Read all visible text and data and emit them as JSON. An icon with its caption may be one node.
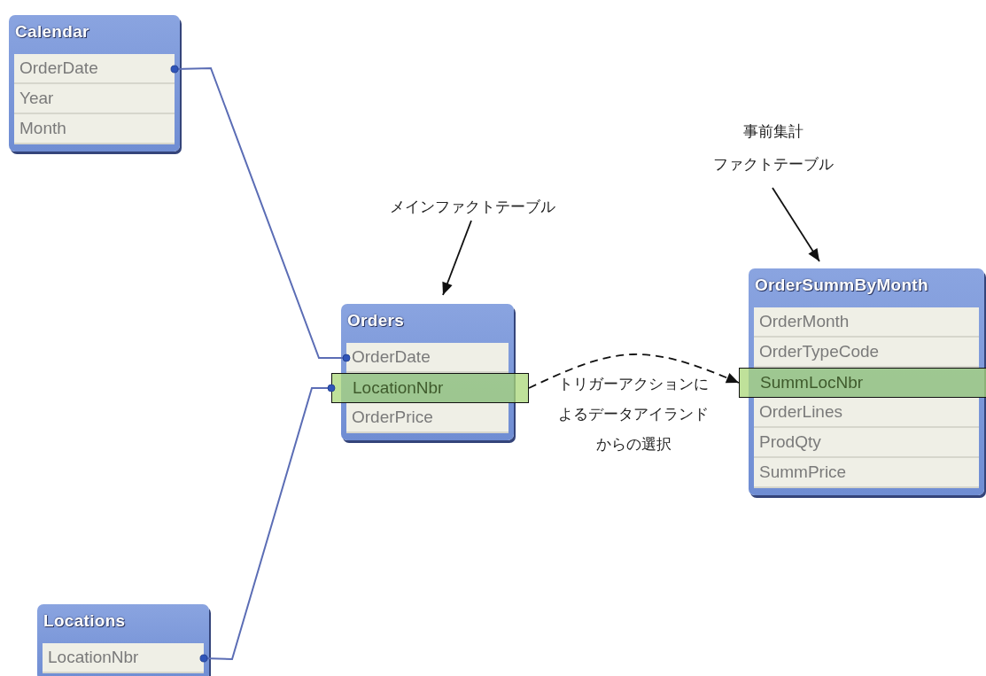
{
  "diagram": {
    "nodes": [
      {
        "text": [
          "Calendar"
        ]
      },
      {
        "text": [
          "OrderDate"
        ],
        "in": 0
      },
      {
        "text": [
          "Year"
        ],
        "in": 0
      },
      {
        "text": [
          "Month"
        ],
        "in": 0
      },
      {
        "text": [
          "Orders"
        ]
      },
      {
        "text": [
          "OrderDate"
        ],
        "in": 4
      },
      {
        "text": [
          "LocationNbr"
        ],
        "in": 4
      },
      {
        "text": [
          "OrderPrice"
        ],
        "in": 4
      },
      {
        "text": [
          "Locations"
        ]
      },
      {
        "text": [
          "LocationNbr"
        ],
        "in": 8
      },
      {
        "text": [
          "OrderSummByMonth"
        ]
      },
      {
        "text": [
          "OrderMonth"
        ],
        "in": 10
      },
      {
        "text": [
          "OrderTypeCode"
        ],
        "in": 10
      },
      {
        "text": [
          "SummLocNbr"
        ],
        "in": 10
      },
      {
        "text": [
          "OrderLines"
        ],
        "in": 10
      },
      {
        "text": [
          "ProdQty"
        ],
        "in": 10
      },
      {
        "text": [
          "SummPrice"
        ],
        "in": 10
      },
      {
        "text": [
          "メインファクトテーブル"
        ]
      },
      {
        "text": [
          "事前集計",
          "ファクトテーブル"
        ]
      }
    ],
    "edges": [
      {
        "from": 1,
        "to": 5,
        "arrow": "other",
        "color": "#5b6db5"
      },
      {
        "from": 9,
        "to": 6,
        "arrow": "other",
        "color": "#5b6db5"
      },
      {
        "from": 6,
        "to": 13,
        "arrow": "to",
        "style": "dashed",
        "label": "トリガーアクションによるデータアイランドからの選択"
      },
      {
        "from": 17,
        "to": 4,
        "arrow": "to"
      },
      {
        "from": 18,
        "to": 10,
        "arrow": "to"
      }
    ]
  }
}
